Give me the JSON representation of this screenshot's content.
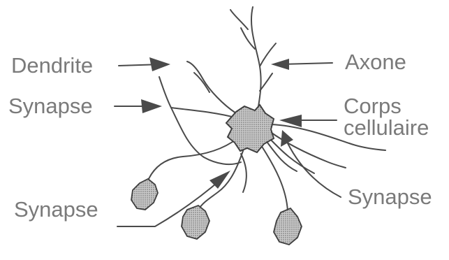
{
  "labels": {
    "dendrite": "Dendrite",
    "synapse_left": "Synapse",
    "axone": "Axone",
    "corps_line1": "Corps",
    "corps_line2": "cellulaire",
    "synapse_right": "Synapse",
    "synapse_bottom": "Synapse"
  },
  "colors": {
    "line": "#4a4a4a",
    "label_text": "#7a7a7a",
    "cell_fill": "#b9b9b9"
  }
}
